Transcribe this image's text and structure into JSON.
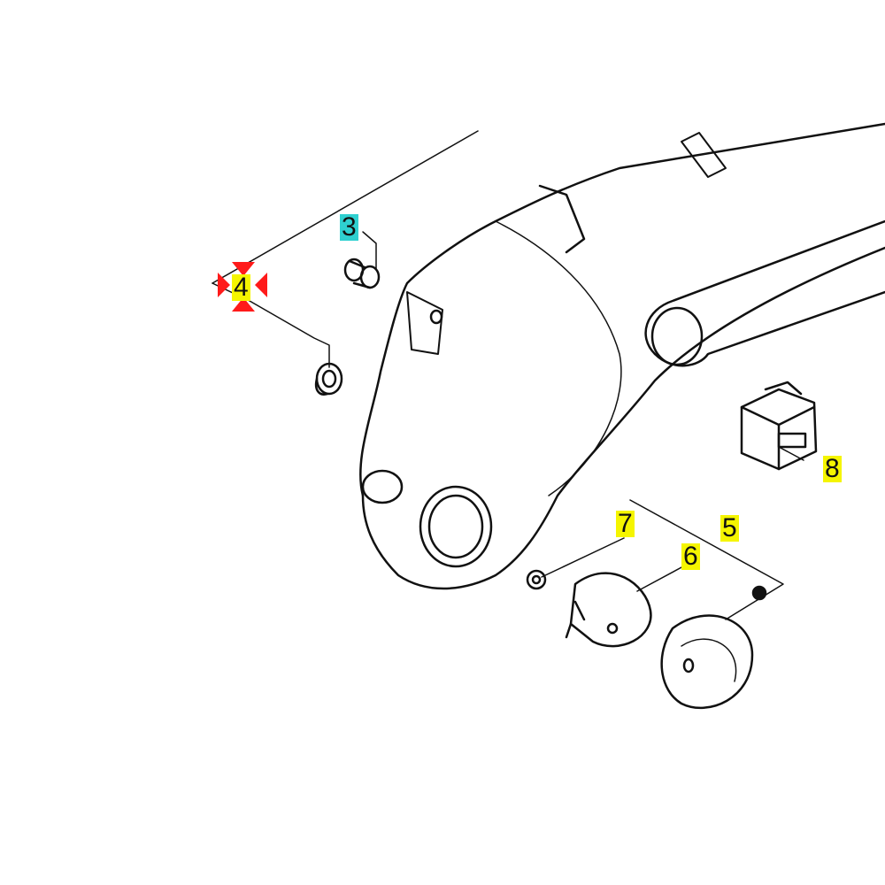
{
  "diagram": {
    "callouts": [
      {
        "id": "3",
        "highlight": "#2fd0d0"
      },
      {
        "id": "4",
        "highlight": "#f5f500",
        "selected": true
      },
      {
        "id": "5",
        "highlight": "#f5f500"
      },
      {
        "id": "6",
        "highlight": "#f5f500"
      },
      {
        "id": "7",
        "highlight": "#f5f500"
      },
      {
        "id": "8",
        "highlight": "#f5f500"
      }
    ],
    "selection_marker_color": "#ff1a1a"
  }
}
